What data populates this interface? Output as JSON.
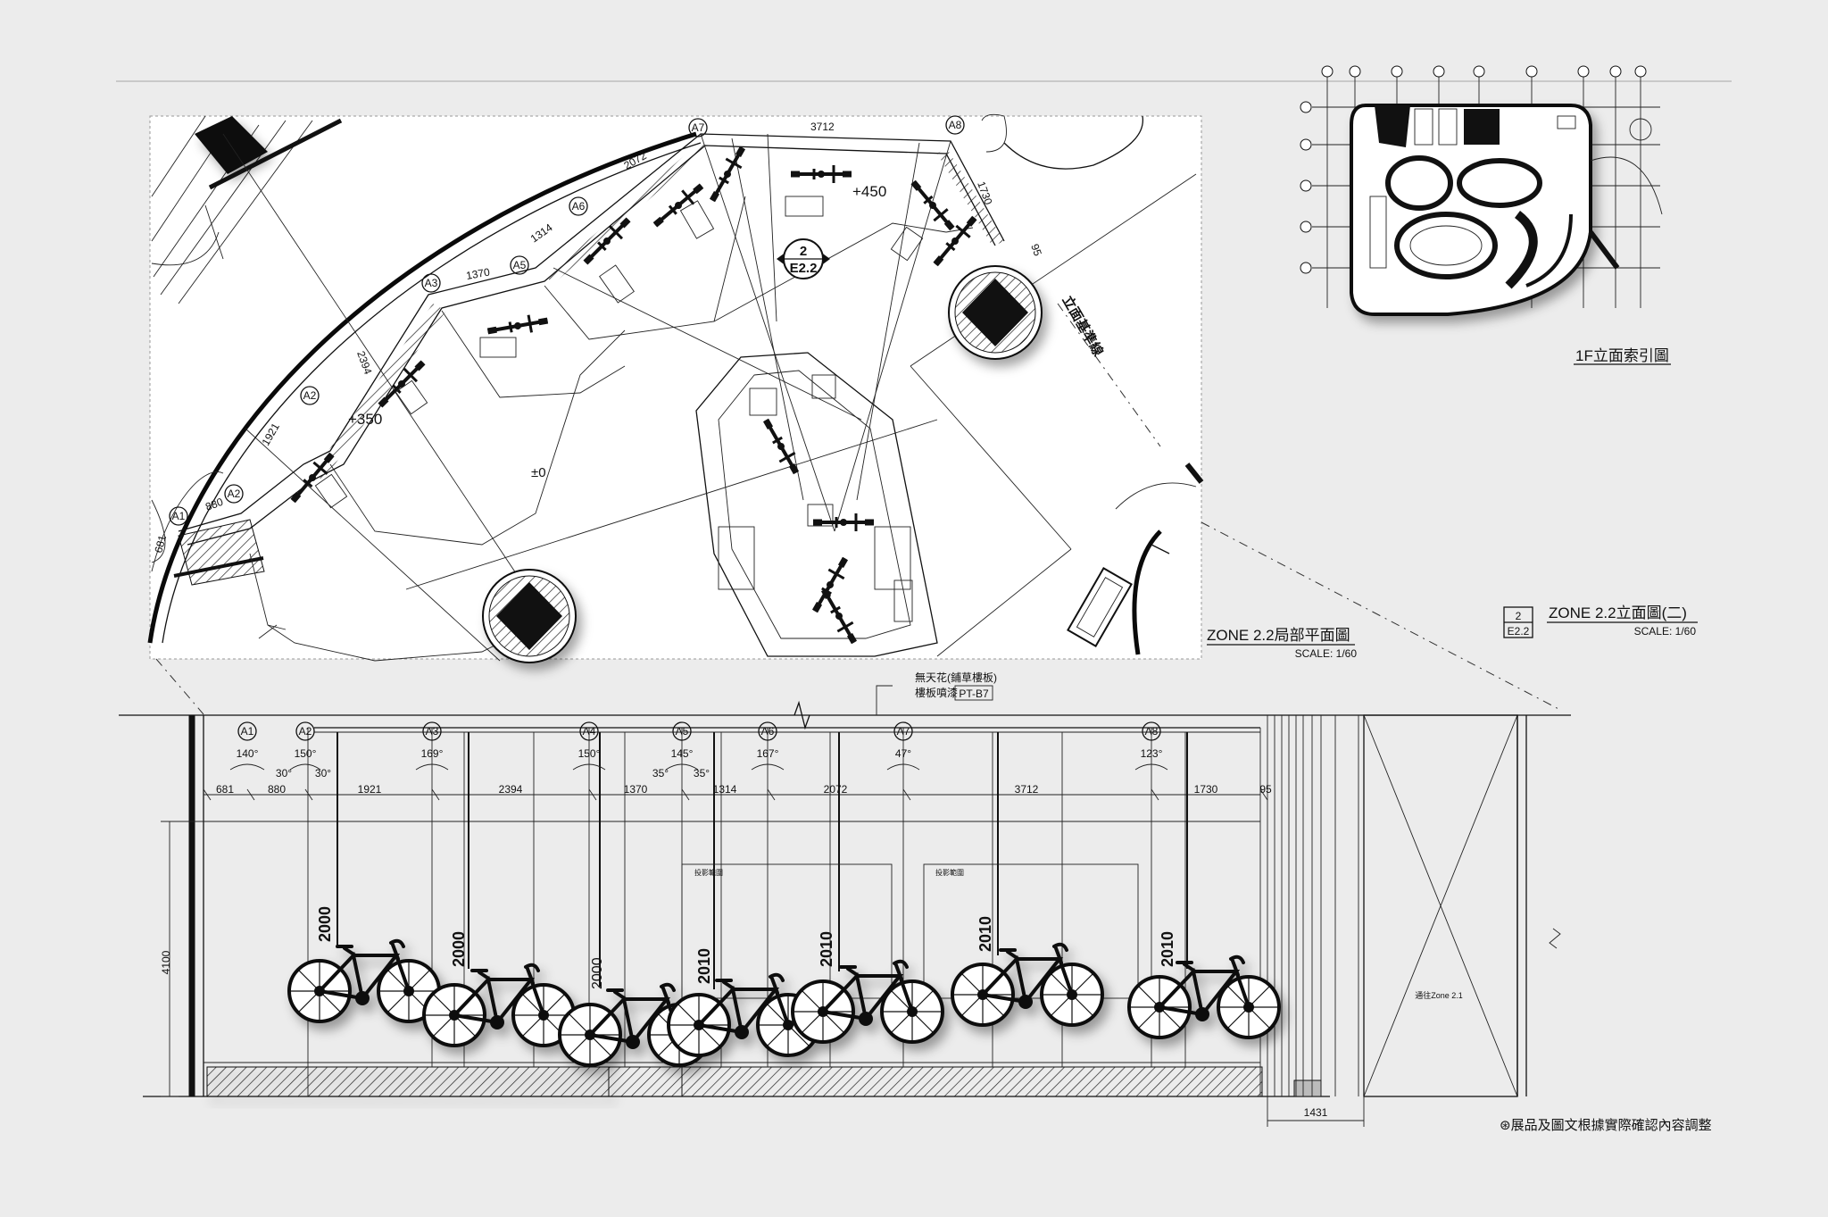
{
  "plan": {
    "title": "ZONE 2.2局部平面圖",
    "scale": "SCALE: 1/60",
    "level_0": "±0",
    "level_350": "+350",
    "level_450": "+450",
    "callout_number": "2",
    "callout_sheet": "E2.2",
    "elevation_line_label": "立面基準線",
    "grid_tags": [
      "A1",
      "A2",
      "A3",
      "A6",
      "A5",
      "A7",
      "A8"
    ],
    "dims": [
      "681",
      "880",
      "1921",
      "2394",
      "1370",
      "1314",
      "2072",
      "3712",
      "1730",
      "95"
    ]
  },
  "index_plan": {
    "title": "1F立面索引圖"
  },
  "elevation": {
    "title": "ZONE 2.2立面圖(二)",
    "scale": "SCALE: 1/60",
    "callout_number": "2",
    "callout_sheet": "E2.2",
    "ceiling_note_1": "無天花(鋪草樓板)",
    "ceiling_note_2": "樓板噴漆",
    "ceiling_tag": "PT-B7",
    "grid_tags": [
      "A1",
      "A2",
      "A3",
      "A4",
      "A5",
      "A6",
      "A7",
      "A8"
    ],
    "angles": [
      "140°",
      "150°",
      "30°",
      "30°",
      "169°",
      "150°",
      "35°",
      "145°",
      "35°",
      "167°",
      "47°",
      "123°"
    ],
    "dims": [
      "681",
      "880",
      "1921",
      "2394",
      "1370",
      "1314",
      "2072",
      "3712",
      "1730",
      "95"
    ],
    "height_dim": "4100",
    "bike_heights": [
      "2000",
      "2000",
      "2000",
      "2010",
      "2010",
      "2010",
      "2010"
    ],
    "door_dim": "1431",
    "zone_link": "通往Zone 2.1",
    "panel_label": "投影範圍",
    "footnote": "⊛展品及圖文根據實際確認內容調整"
  },
  "colors": {
    "paper": "#ececec",
    "ink": "#111111"
  }
}
